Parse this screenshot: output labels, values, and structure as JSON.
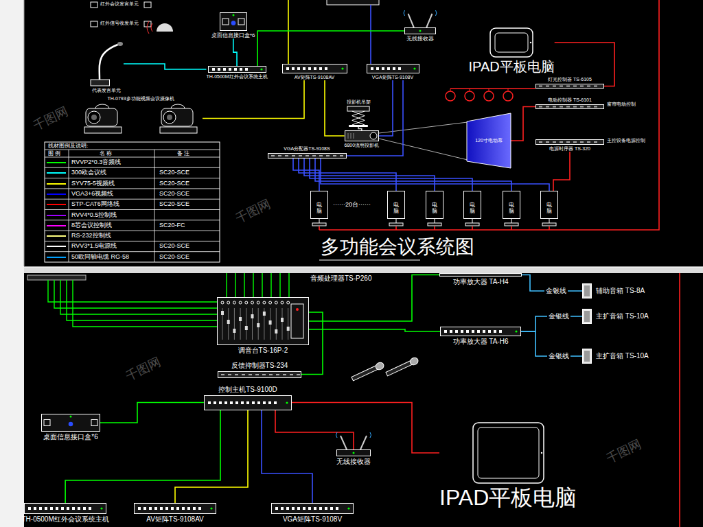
{
  "diagram": {
    "title": "多功能会议系统图",
    "nodes": [
      {
        "text": [
          "桌面信息接口盒*6"
        ]
      },
      {
        "text": [
          "无线接收器"
        ]
      },
      {
        "text": [
          "IPAD平板电脑"
        ]
      },
      {
        "text": [
          "TH-0500M红外会议系统主机"
        ]
      },
      {
        "text": [
          "AV矩阵TS-9108AV"
        ]
      },
      {
        "text": [
          "VGA矩阵TS-9108V"
        ]
      },
      {
        "text": [
          "灯光控制器 TS-6105"
        ]
      },
      {
        "text": [
          "电动控制器 TS-6101"
        ]
      },
      {
        "text": [
          "电源时序器 TS-320"
        ]
      },
      {
        "text": [
          "投影机吊架"
        ]
      },
      {
        "text": [
          "6800流明投影机"
        ]
      },
      {
        "text": [
          "120寸电动幕"
        ]
      },
      {
        "text": [
          "VGA分配器TS-9108S"
        ]
      },
      {
        "text": [
          "代表发言单元"
        ]
      },
      {
        "text": [
          "TH-0793多功能视频会议摄像机"
        ]
      },
      {
        "text": [
          "电脑"
        ]
      },
      {
        "text": [
          "电脑"
        ]
      },
      {
        "text": [
          "电脑"
        ]
      },
      {
        "text": [
          "电脑"
        ]
      },
      {
        "text": [
          "电脑"
        ]
      },
      {
        "text": [
          "电脑"
        ]
      },
      {
        "text": [
          "功率放大器 TA-H4"
        ]
      },
      {
        "text": [
          "辅助音箱 TS-8A"
        ]
      },
      {
        "text": [
          "调音台TS-16P-2"
        ]
      },
      {
        "text": [
          "功率放大器 TA-H6"
        ]
      },
      {
        "text": [
          "主扩音箱 TS-10A"
        ]
      },
      {
        "text": [
          "主扩音箱 TS-10A"
        ]
      },
      {
        "text": [
          "反馈抑制器TS-234"
        ]
      },
      {
        "text": [
          "控制主机TS-9100D"
        ]
      },
      {
        "text": [
          "桌面信息接口盒*6"
        ]
      },
      {
        "text": [
          "无线接收器"
        ]
      },
      {
        "text": [
          "IPAD平板电脑"
        ]
      },
      {
        "text": [
          "TH-0500M红外会议系统主机"
        ]
      },
      {
        "text": [
          "AV矩阵TS-9108AV"
        ]
      },
      {
        "text": [
          "VGA矩阵TS-9108V"
        ]
      }
    ],
    "edges": [
      {
        "from": 0,
        "to": 3,
        "arrow": "none"
      },
      {
        "from": 13,
        "to": 3,
        "arrow": "none"
      },
      {
        "from": 14,
        "to": 4,
        "arrow": "none"
      },
      {
        "from": 4,
        "to": 10,
        "arrow": "none"
      },
      {
        "from": 5,
        "to": 10,
        "arrow": "none"
      },
      {
        "from": 5,
        "to": 12,
        "arrow": "none"
      },
      {
        "from": 12,
        "to": 15,
        "arrow": "none"
      },
      {
        "from": 12,
        "to": 16,
        "arrow": "none"
      },
      {
        "from": 12,
        "to": 17,
        "arrow": "none"
      },
      {
        "from": 12,
        "to": 18,
        "arrow": "none"
      },
      {
        "from": 12,
        "to": 19,
        "arrow": "none"
      },
      {
        "from": 12,
        "to": 20,
        "arrow": "none"
      },
      {
        "from": 7,
        "to": 11,
        "arrow": "none"
      },
      {
        "from": 9,
        "to": 10,
        "arrow": "none"
      },
      {
        "from": 1,
        "to": 3,
        "arrow": "none"
      },
      {
        "from": 2,
        "to": 6,
        "arrow": "none"
      },
      {
        "from": 8,
        "to": 20,
        "arrow": "none"
      },
      {
        "from": 23,
        "to": 21,
        "arrow": "none"
      },
      {
        "from": 23,
        "to": 24,
        "arrow": "none"
      },
      {
        "from": 21,
        "to": 22,
        "label": "金银线",
        "arrow": "none"
      },
      {
        "from": 24,
        "to": 25,
        "label": "金银线",
        "arrow": "none"
      },
      {
        "from": 24,
        "to": 26,
        "label": "金银线",
        "arrow": "none"
      },
      {
        "from": 27,
        "to": 23,
        "arrow": "none"
      },
      {
        "from": 29,
        "to": 28,
        "arrow": "none"
      },
      {
        "from": 30,
        "to": 28,
        "arrow": "none"
      },
      {
        "from": 28,
        "to": 31,
        "arrow": "none"
      },
      {
        "from": 32,
        "to": 28,
        "arrow": "none"
      },
      {
        "from": 33,
        "to": 28,
        "arrow": "none"
      },
      {
        "from": 34,
        "to": 28,
        "arrow": "none"
      }
    ],
    "labels": [
      "红外会议发言单元",
      "红外信号收发单元",
      "窗帘电动控制",
      "主控设备电源控制",
      "······20台······",
      "线材图例及说明:",
      "图 例",
      "名 称",
      "备 注",
      "SC20-SCE",
      "SC20-SCE",
      "SC20-SCE",
      "SC20-SCE",
      "SC20-FC",
      "SC20-SCE",
      "SC20-SCE",
      "音频处理器TS-P260",
      "千图网",
      "千图网",
      "千图网",
      "千图网"
    ],
    "legend": [
      {
        "text": "RVVP2*0.3音频线",
        "color": "#00ff00"
      },
      {
        "text": "300欧会议线",
        "color": "#00ffff"
      },
      {
        "text": "SYV75-5视频线",
        "color": "#ffff00"
      },
      {
        "text": "VGA3+6视频线",
        "color": "#0000ff"
      },
      {
        "text": "STP-CAT6网络线",
        "color": "#ff0000"
      },
      {
        "text": "RVV4*0.5控制线",
        "color": "#a000ff"
      },
      {
        "text": "8芯会议控制线",
        "color": "#ff00ff"
      },
      {
        "text": "RS-232控制线",
        "color": "#ffff80"
      },
      {
        "text": "RVV3*1.5电源线",
        "color": "#ffffff"
      },
      {
        "text": "50欧同轴电缆 RG-58",
        "color": "#00a0ff"
      }
    ]
  }
}
